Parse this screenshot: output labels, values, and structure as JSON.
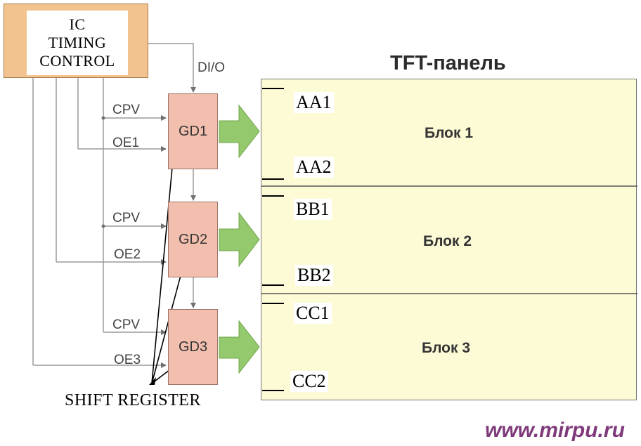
{
  "ic_box": {
    "lines": [
      "IC",
      "TIMING",
      "CONTROL"
    ],
    "fill": "#f3c38f"
  },
  "data_io_label": "DI/O",
  "panel": {
    "title": "TFT-панель",
    "fill": "#fdfbd6"
  },
  "drivers": [
    {
      "name": "GD1",
      "cpv": "CPV",
      "oe": "OE1"
    },
    {
      "name": "GD2",
      "cpv": "CPV",
      "oe": "OE2"
    },
    {
      "name": "GD3",
      "cpv": "CPV",
      "oe": "OE3"
    }
  ],
  "blocks": [
    {
      "label": "Блок 1",
      "top_line": "AA1",
      "bottom_line": "AA2"
    },
    {
      "label": "Блок 2",
      "top_line": "BB1",
      "bottom_line": "BB2"
    },
    {
      "label": "Блок 3",
      "top_line": "CC1",
      "bottom_line": "CC2"
    }
  ],
  "shift_register_label": "SHIFT REGISTER",
  "website": "www.mirpu.ru",
  "colors": {
    "arrow": "#95c96d",
    "driver": "#f2bfae",
    "wire": "#9a9a9a",
    "website": "#7f3a7c"
  }
}
